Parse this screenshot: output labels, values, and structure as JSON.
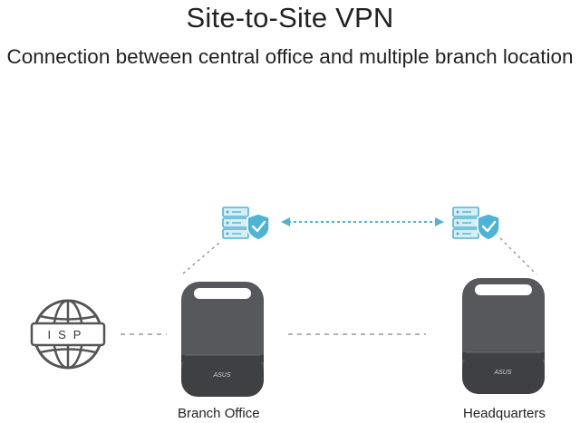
{
  "title": "Site-to-Site VPN",
  "subtitle": "Connection between central office and multiple branch location",
  "nodes": {
    "isp": {
      "label": "ISP",
      "icon": "globe-icon"
    },
    "branch": {
      "label": "Branch Office",
      "icon": "router-icon",
      "brand": "ASUS"
    },
    "headquarters": {
      "label": "Headquarters",
      "icon": "router-icon",
      "brand": "ASUS"
    },
    "vpn_left": {
      "icon": "secure-server-icon"
    },
    "vpn_right": {
      "icon": "secure-server-icon"
    }
  },
  "colors": {
    "accent": "#4fb3d3",
    "accent_light": "#d8eef6",
    "device": "#57585b",
    "device_dark": "#3f4043",
    "line": "#9a9a9a"
  }
}
